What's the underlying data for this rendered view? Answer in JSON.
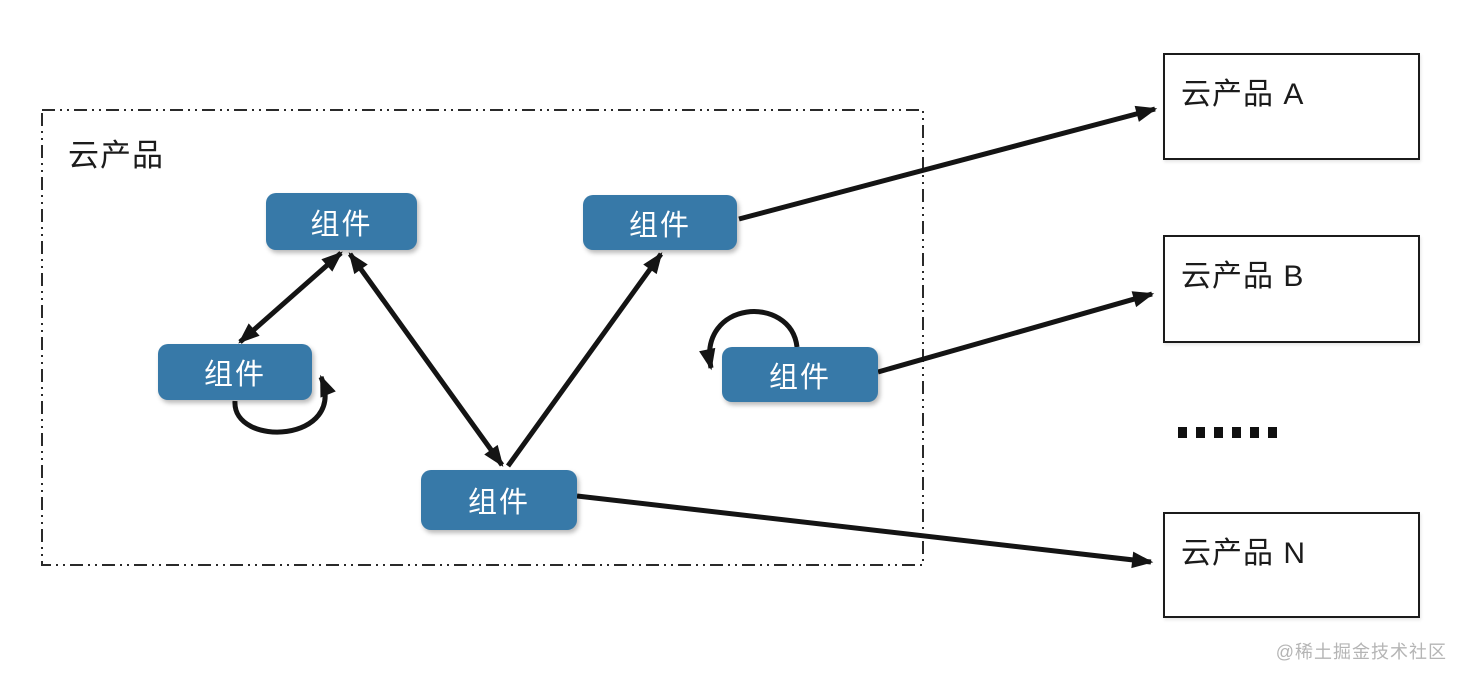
{
  "diagram": {
    "container": {
      "label": "云产品"
    },
    "components": [
      {
        "id": "c1",
        "label": "组件"
      },
      {
        "id": "c2",
        "label": "组件"
      },
      {
        "id": "c3",
        "label": "组件"
      },
      {
        "id": "c4",
        "label": "组件"
      },
      {
        "id": "c5",
        "label": "组件"
      }
    ],
    "products": [
      {
        "id": "pA",
        "label": "云产品 A"
      },
      {
        "id": "pB",
        "label": "云产品 B"
      },
      {
        "id": "pN",
        "label": "云产品 N"
      }
    ],
    "edges": [
      {
        "from": "c1",
        "to": "c2",
        "bidirectional": true
      },
      {
        "from": "c1",
        "to": "c5",
        "bidirectional": true
      },
      {
        "from": "c5",
        "to": "c3",
        "bidirectional": false
      },
      {
        "from": "c3",
        "to": "pA",
        "bidirectional": false
      },
      {
        "from": "c4",
        "to": "pB",
        "bidirectional": false
      },
      {
        "from": "c5",
        "to": "pN",
        "bidirectional": false
      },
      {
        "from": "c2",
        "to": "c2",
        "self_loop": true
      },
      {
        "from": "c4",
        "to": "c4",
        "self_loop": true
      }
    ],
    "ellipsis": "......",
    "colors": {
      "component_fill": "#3779A8",
      "component_text": "#FFFFFF",
      "arrow": "#141414",
      "product_border": "#1B1B1B",
      "container_border": "#2A2A2A"
    }
  },
  "watermark": "@稀土掘金技术社区"
}
